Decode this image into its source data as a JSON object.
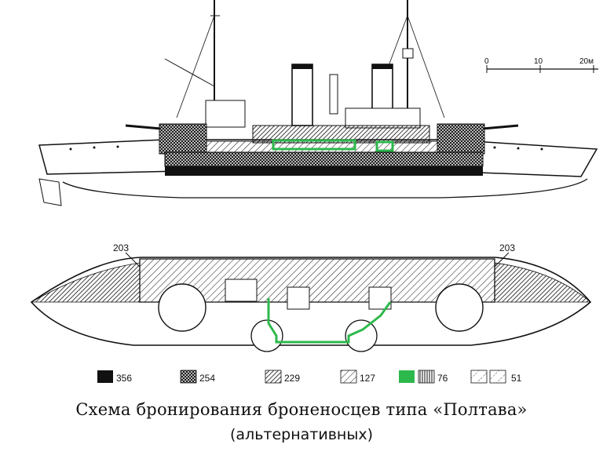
{
  "scale": {
    "labels": [
      "0",
      "10",
      "20м"
    ]
  },
  "plan": {
    "left_thickness": "203",
    "right_thickness": "203"
  },
  "legend": {
    "items": [
      {
        "label": "356",
        "pattern": "solid-black"
      },
      {
        "label": "254",
        "pattern": "cross-hatch"
      },
      {
        "label": "229",
        "pattern": "dense-hatch"
      },
      {
        "label": "127",
        "pattern": "medium-hatch"
      },
      {
        "label": "76",
        "pattern": "green-and-vertical"
      },
      {
        "label": "51",
        "pattern": "light-hatch"
      }
    ],
    "highlight_color": "#2db84b"
  },
  "caption": {
    "title": "Схема бронирования броненосцев типа «Полтава»",
    "subtitle": "(альтернативных)"
  }
}
